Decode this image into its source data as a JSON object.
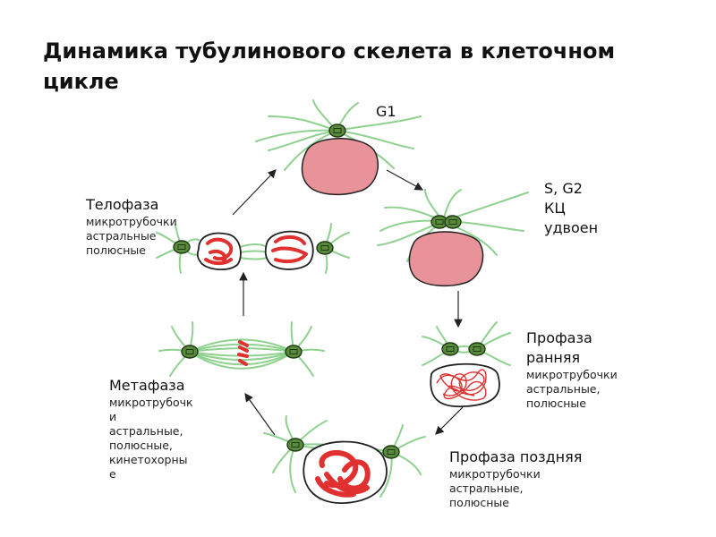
{
  "title": "Динамика тубулинового скелета в клеточном цикле",
  "stages": {
    "g1": {
      "name": "G1"
    },
    "s_g2": {
      "name": "S, G2",
      "line2": "КЦ",
      "line3": "удвоен"
    },
    "prophase_early": {
      "name": "Профаза",
      "name2": "ранняя",
      "notes": [
        "микротрубочки",
        "астральные,",
        "полюсные"
      ]
    },
    "prophase_late": {
      "name": "Профаза поздняя",
      "notes": [
        "микротрубочки",
        "астральные,",
        "полюсные"
      ]
    },
    "metaphase": {
      "name": "Метафаза",
      "notes": [
        "микротрубочк",
        "и",
        "астральные,",
        "полюсные,",
        "кинетохорны",
        "е"
      ]
    },
    "telophase": {
      "name": "Телофаза",
      "notes": [
        "микротрубочки",
        "астральные",
        "полюсные"
      ]
    }
  },
  "colors": {
    "microtubule": "#8fd18f",
    "centrosome": "#5a8a3c",
    "nucleus": "#e8939a",
    "chromosome": "#e03030",
    "arrow": "#222222"
  }
}
